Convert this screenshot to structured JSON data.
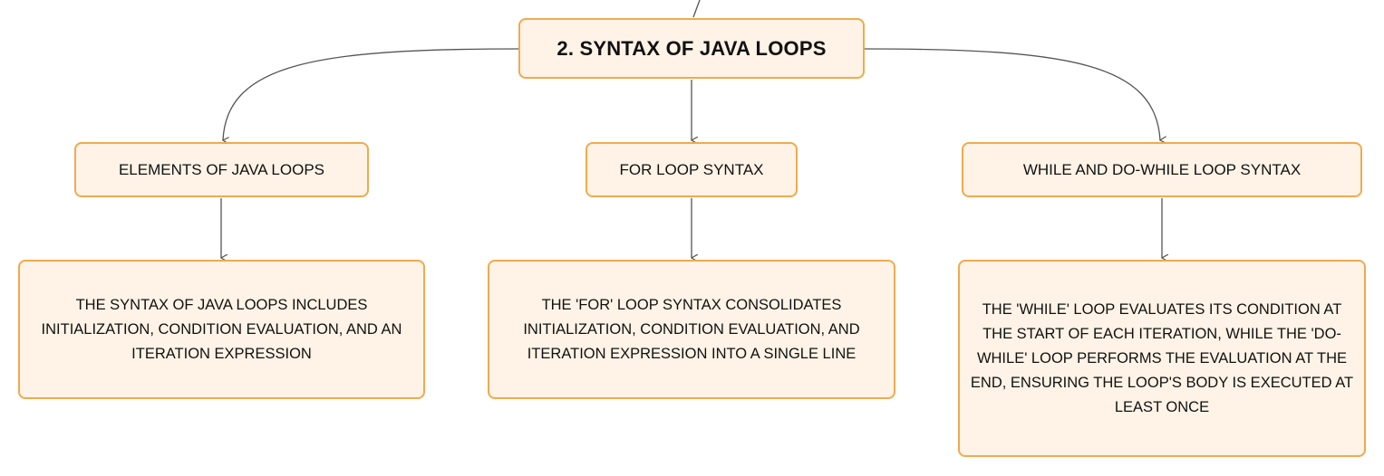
{
  "diagram": {
    "root": {
      "label": "2. SYNTAX OF JAVA LOOPS"
    },
    "branches": [
      {
        "title": "ELEMENTS OF JAVA LOOPS",
        "detail": "THE SYNTAX OF JAVA LOOPS INCLUDES INITIALIZATION, CONDITION EVALUATION, AND AN ITERATION EXPRESSION"
      },
      {
        "title": "FOR LOOP SYNTAX",
        "detail": "THE 'FOR' LOOP SYNTAX CONSOLIDATES INITIALIZATION, CONDITION EVALUATION, AND ITERATION EXPRESSION INTO A SINGLE LINE"
      },
      {
        "title": "WHILE AND DO-WHILE LOOP SYNTAX",
        "detail": "THE 'WHILE' LOOP EVALUATES ITS CONDITION AT THE START OF EACH ITERATION, WHILE THE 'DO-WHILE' LOOP PERFORMS THE EVALUATION AT THE END, ENSURING THE LOOP'S BODY IS EXECUTED AT LEAST ONCE"
      }
    ],
    "colors": {
      "node_fill": "#fef3e6",
      "node_border": "#f0aa4e",
      "connector": "#555555",
      "text": "#111111"
    }
  }
}
